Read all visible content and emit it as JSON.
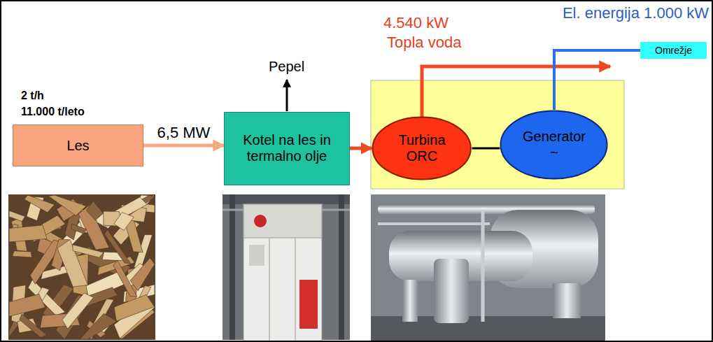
{
  "diagram": {
    "nodes": [
      {
        "text": [
          "Les"
        ]
      },
      {
        "text": [
          "Kotel na les in termalno olje"
        ]
      },
      {
        "text": [
          "Turbina ORC"
        ]
      },
      {
        "text": [
          "Generator ~"
        ]
      },
      {
        "text": [
          "Omrežje"
        ]
      }
    ],
    "edges": [
      {
        "from": 0,
        "to": 1,
        "arrow": "to",
        "label": "6,5 MW"
      },
      {
        "from": 1,
        "to": 2,
        "arrow": "to"
      },
      {
        "from": 2,
        "to": 3,
        "arrow": "none"
      },
      {
        "from": 3,
        "to": 4,
        "arrow": "none"
      }
    ],
    "labels": [
      "2 t/h",
      "11.000 t/leto",
      "Pepel",
      "4.540 kW",
      "Topla voda",
      "El. energija 1.000 kW"
    ]
  }
}
